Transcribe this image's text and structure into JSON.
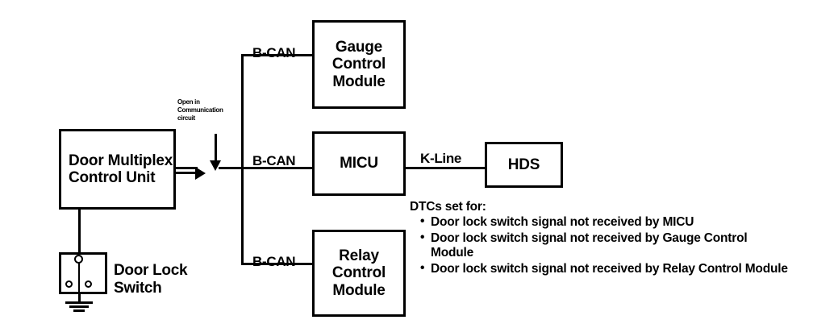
{
  "diagram": {
    "title": "B-CAN communication circuit fault diagram",
    "colors": {
      "line": "#000000",
      "background": "#ffffff",
      "text": "#000000"
    }
  },
  "blocks": {
    "door_multiplex_control_unit": "Door Multiplex\nControl Unit",
    "gauge_control_module": "Gauge\nControl\nModule",
    "micu": "MICU",
    "relay_control_module": "Relay\nControl\nModule",
    "hds": "HDS"
  },
  "labels": {
    "bcan_gauge": "B-CAN",
    "bcan_micu": "B-CAN",
    "bcan_relay": "B-CAN",
    "kline": "K-Line",
    "open_note": "Open in\nCommunication\ncircuit",
    "door_lock_switch": "Door Lock\nSwitch"
  },
  "dtc": {
    "title": "DTCs set for:",
    "items": [
      "Door lock switch signal not received by MICU",
      "Door lock switch signal not received by Gauge Control Module",
      "Door lock switch signal not received by Relay Control Module"
    ]
  }
}
